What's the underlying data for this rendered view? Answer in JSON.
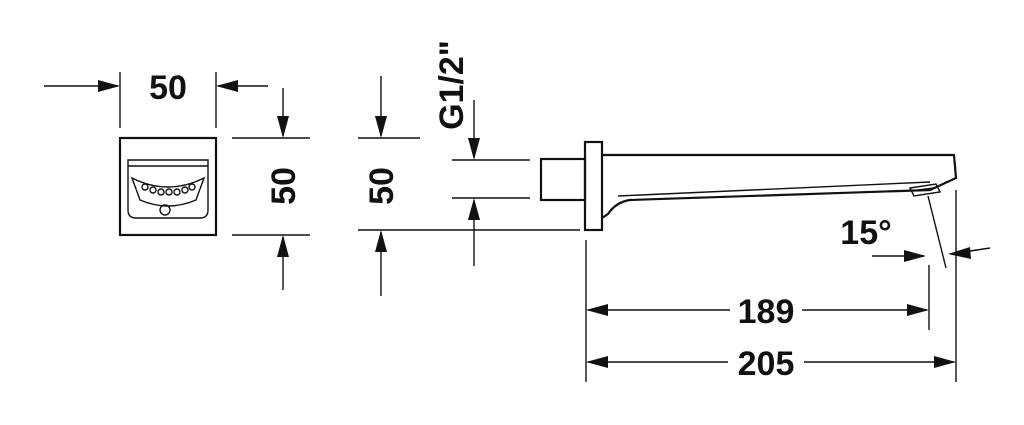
{
  "front_view": {
    "width_label": "50",
    "height_label": "50"
  },
  "side_view": {
    "height_label": "50",
    "thread_label": "G1/2\"",
    "angle_label": "15°",
    "projection_label": "189",
    "overall_length_label": "205"
  },
  "colors": {
    "line": "#111111",
    "background": "#ffffff"
  }
}
